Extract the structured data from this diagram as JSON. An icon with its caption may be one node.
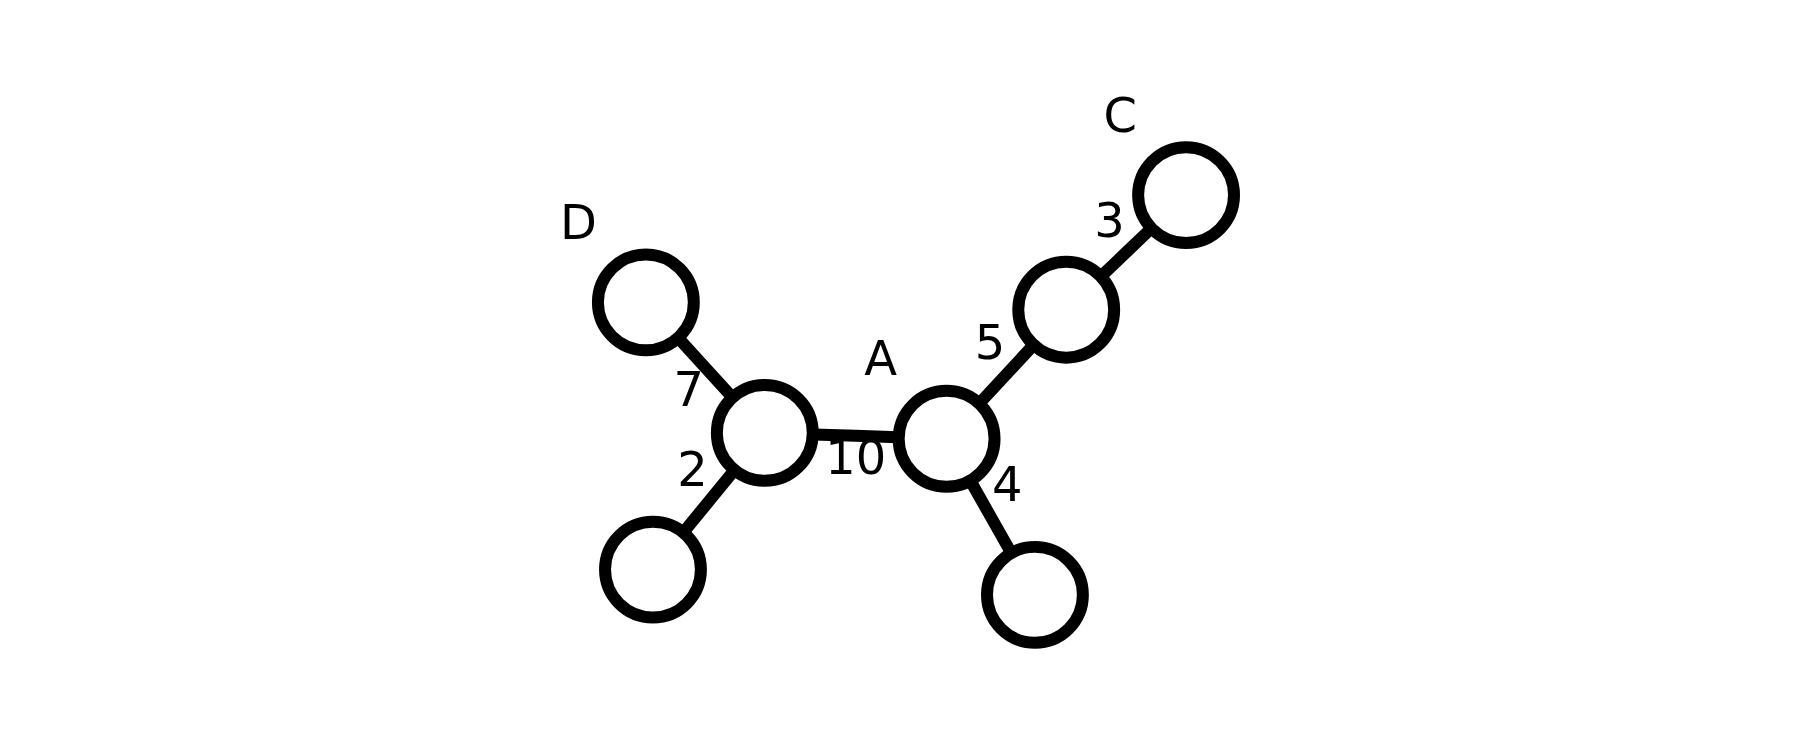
{
  "diagram": {
    "nodes": [
      {
        "text": [],
        "shape": "circle"
      },
      {
        "text": [],
        "shape": "circle",
        "beside": [
          "A"
        ]
      },
      {
        "text": [],
        "shape": "circle"
      },
      {
        "text": [],
        "shape": "circle",
        "beside": [
          "C"
        ]
      },
      {
        "text": [],
        "shape": "circle"
      },
      {
        "text": [],
        "shape": "circle",
        "beside": [
          "D"
        ]
      },
      {
        "text": [],
        "shape": "circle"
      }
    ],
    "edges": [
      {
        "from": 0,
        "to": 2,
        "arrow": "none",
        "label": "2"
      },
      {
        "from": 2,
        "to": 1,
        "arrow": "none",
        "label": "10"
      },
      {
        "from": 2,
        "to": 5,
        "arrow": "none",
        "label": "7"
      },
      {
        "from": 1,
        "to": 6,
        "arrow": "none",
        "label": "4"
      },
      {
        "from": 1,
        "to": 4,
        "arrow": "none",
        "label": "5"
      },
      {
        "from": 4,
        "to": 3,
        "arrow": "none",
        "label": "3"
      }
    ]
  }
}
